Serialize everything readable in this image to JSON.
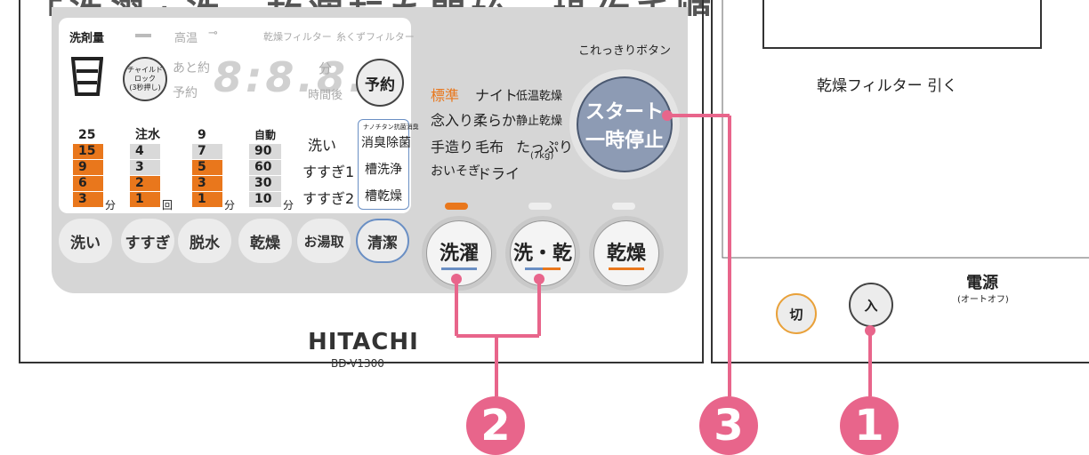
{
  "header_fragment": "「洗濯+洗・乾運転を開始」操作手順",
  "panel": {
    "indicator_labels": [
      "洗剤量",
      "高温",
      "乾燥フィルター",
      "糸くずフィルター"
    ],
    "child_lock_label": "チャイルド\nロック\n(3秒押し)",
    "remaining_label": "あと約",
    "reserve_small_label": "予約",
    "display_digits": "8:8.8.",
    "minute_label": "分",
    "hours_after_label": "時間後",
    "reserve_button": "予約",
    "columns": [
      {
        "top": "25",
        "values": [
          "15",
          "9",
          "6",
          "3"
        ],
        "unit": "分"
      },
      {
        "top": "注水",
        "values": [
          "4",
          "3",
          "2",
          "1"
        ],
        "unit": "回"
      },
      {
        "top": "9",
        "values": [
          "7",
          "5",
          "3",
          "1"
        ],
        "unit": "分"
      },
      {
        "top": "自動",
        "values": [
          "90",
          "60",
          "30",
          "10"
        ],
        "unit": "分"
      }
    ],
    "process_labels": [
      "洗い",
      "すすぎ1",
      "すすぎ2"
    ],
    "care_small": "ナノチタン抗菌消臭",
    "care_labels": [
      "消臭除菌",
      "槽洗浄",
      "槽乾燥"
    ],
    "pill_buttons": [
      "洗い",
      "すすぎ",
      "脱水",
      "乾燥",
      "お湯取",
      "清潔"
    ],
    "courses": [
      [
        "標準",
        "ナイト",
        "低温乾燥"
      ],
      [
        "念入り",
        "柔らか",
        "静止乾燥"
      ],
      [
        "手造り",
        "毛布",
        "たっぷり"
      ],
      [
        "おいそぎ",
        "ドライ",
        ""
      ]
    ],
    "course_note": "(7kg)",
    "start_caption": "これっきりボタン",
    "start_button": [
      "スタート",
      "一時停止"
    ],
    "mode_buttons": [
      "洗濯",
      "洗・乾",
      "乾燥"
    ],
    "brand": "HITACHI",
    "model": "BD-V1300"
  },
  "right": {
    "filter_label": "乾燥フィルター 引く",
    "power_off": "切",
    "power_on": "入",
    "power_label": "電源",
    "power_sub": "(オートオフ)"
  },
  "callouts": [
    "2",
    "3",
    "1"
  ],
  "colors": {
    "accent": "#e9771c",
    "callout": "#e8658b",
    "panel": "#d6d6d6"
  }
}
